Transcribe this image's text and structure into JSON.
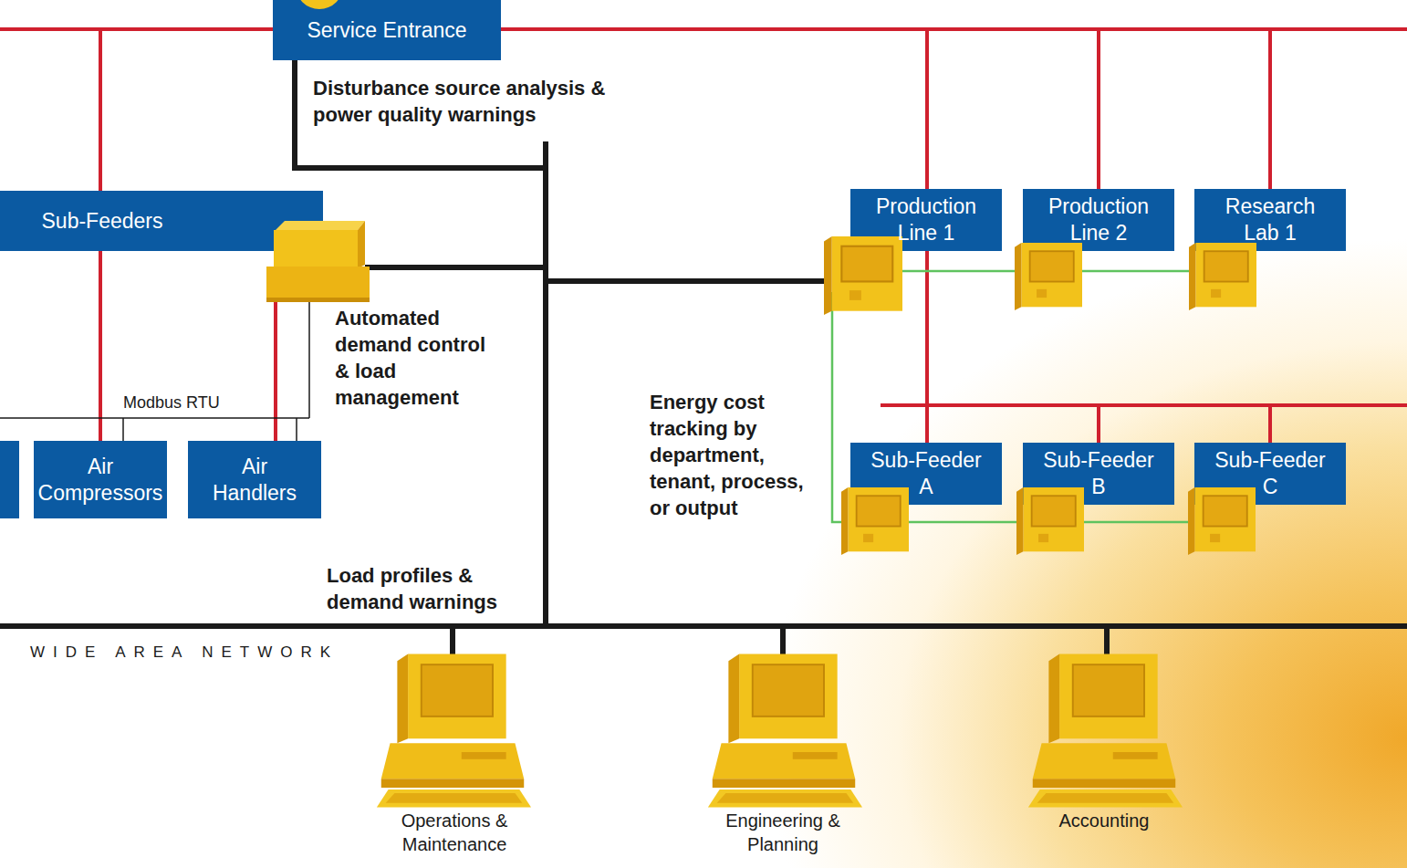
{
  "diagram": {
    "nodes": [
      {
        "text": [
          "Service Entrance"
        ]
      },
      {
        "text": [
          "Sub-Feeders"
        ]
      },
      {
        "text": [
          "Production Line 1"
        ]
      },
      {
        "text": [
          "Production Line 2"
        ]
      },
      {
        "text": [
          "Research Lab 1"
        ]
      },
      {
        "text": [
          "Air Compressors"
        ]
      },
      {
        "text": [
          "Air Handlers"
        ]
      },
      {
        "text": [
          "Sub-Feeder A"
        ]
      },
      {
        "text": [
          "Sub-Feeder B"
        ]
      },
      {
        "text": [
          "Sub-Feeder C"
        ]
      }
    ],
    "edges": [
      {
        "from": 0,
        "to": 1,
        "arrow": "none"
      },
      {
        "from": 0,
        "to": 2,
        "arrow": "none"
      },
      {
        "from": 0,
        "to": 3,
        "arrow": "none"
      },
      {
        "from": 0,
        "to": 4,
        "arrow": "none"
      },
      {
        "from": 1,
        "to": 5,
        "arrow": "none"
      },
      {
        "from": 1,
        "to": 6,
        "arrow": "none"
      },
      {
        "from": 2,
        "to": 7,
        "arrow": "none"
      }
    ],
    "labels": [
      "Disturbance source analysis & power quality warnings",
      "Automated demand control & load management",
      "Modbus RTU",
      "Energy cost tracking by department, tenant, process, or output",
      "Load profiles & demand warnings",
      "WIDE AREA NETWORK",
      "Operations & Maintenance",
      "Engineering & Planning",
      "Accounting"
    ]
  }
}
